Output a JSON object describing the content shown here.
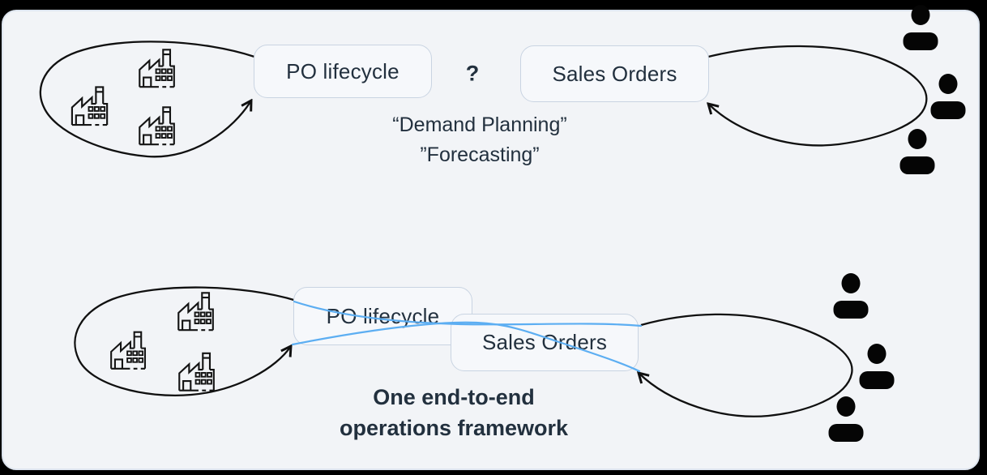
{
  "top_scene": {
    "po_box": "PO lifecycle",
    "question": "?",
    "sales_box": "Sales Orders",
    "quote1": "“Demand Planning”",
    "quote2": "”Forecasting”"
  },
  "bottom_scene": {
    "po_box": "PO lifecycle",
    "sales_box": "Sales Orders",
    "caption1": "One end-to-end",
    "caption2": "operations framework"
  },
  "icons": {
    "left_group": "factory-icon",
    "right_group": "person-icon",
    "factory_count_top": 3,
    "factory_count_bottom": 3,
    "person_count_top": 3,
    "person_count_bottom": 3
  },
  "colors": {
    "outer_background": "#000000",
    "panel_background": "#f2f4f7",
    "panel_border": "#dde4ee",
    "box_border": "#c9d4e2",
    "box_fill": "#f6f8fb",
    "connector_black": "#101010",
    "connector_blue": "#5caef2",
    "text": "#22303e"
  }
}
